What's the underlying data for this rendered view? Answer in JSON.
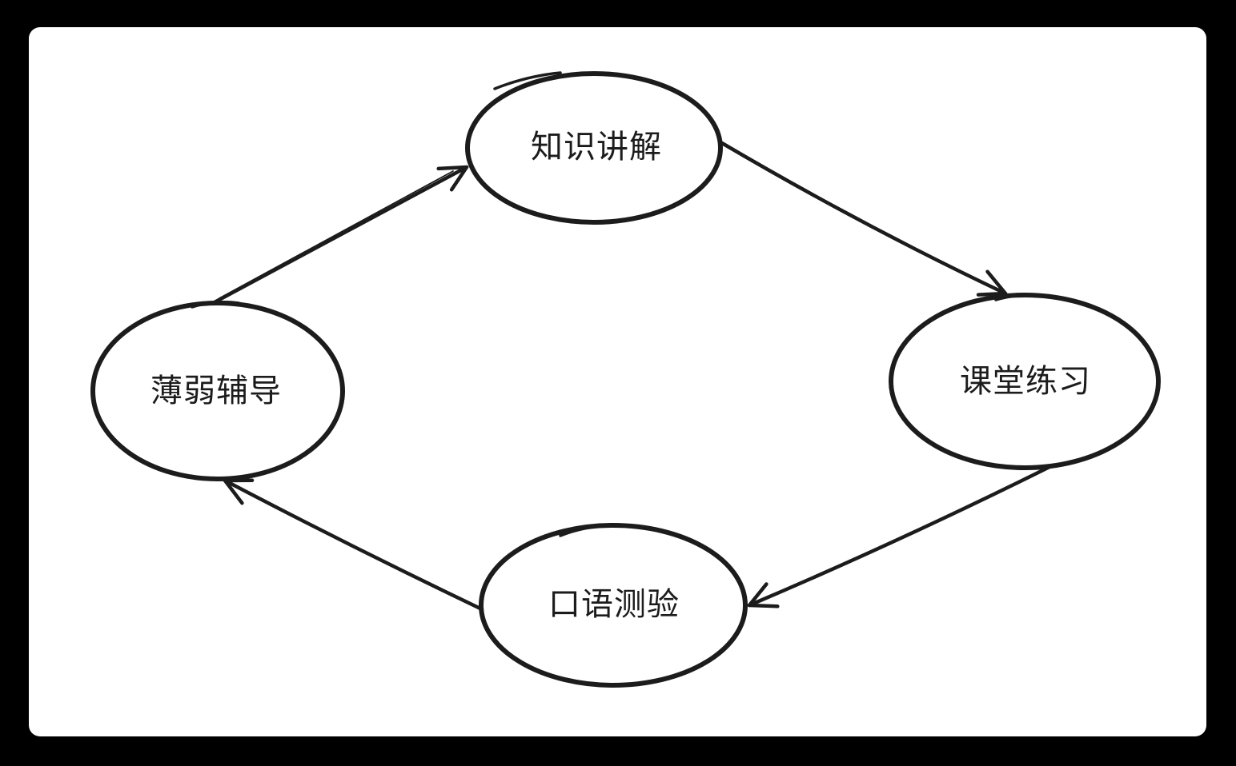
{
  "diagram": {
    "type": "flow-cycle",
    "colors": {
      "frame": "#000000",
      "canvas": "#ffffff",
      "stroke": "#1c1c1c"
    },
    "nodes": [
      {
        "id": "knowledge-lecture",
        "label": "知识讲解"
      },
      {
        "id": "class-practice",
        "label": "课堂练习"
      },
      {
        "id": "oral-quiz",
        "label": "口语测验"
      },
      {
        "id": "remedial-tutoring",
        "label": "薄弱辅导"
      }
    ],
    "edges": [
      {
        "from": "薄弱辅导",
        "to": "知识讲解"
      },
      {
        "from": "知识讲解",
        "to": "课堂练习"
      },
      {
        "from": "课堂练习",
        "to": "口语测验"
      },
      {
        "from": "口语测验",
        "to": "薄弱辅导"
      }
    ]
  }
}
